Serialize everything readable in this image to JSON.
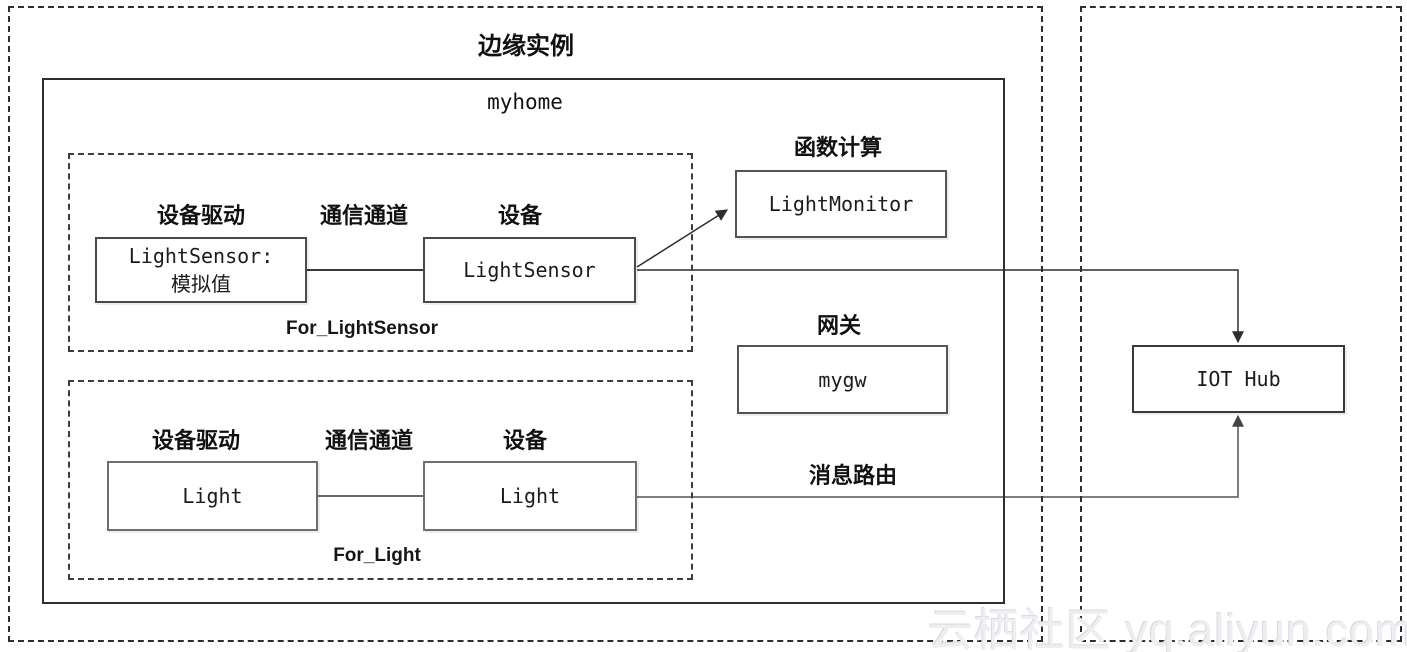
{
  "titles": {
    "edge_instance": "边缘实例",
    "myhome": "myhome",
    "function_compute": "函数计算",
    "gateway": "网关",
    "message_route": "消息路由"
  },
  "device_groups": [
    {
      "name": "For_LightSensor",
      "driver_header": "设备驱动",
      "channel_header": "通信通道",
      "device_header": "设备",
      "driver_line1": "LightSensor:",
      "driver_line2": "模拟值",
      "device": "LightSensor"
    },
    {
      "name": "For_Light",
      "driver_header": "设备驱动",
      "channel_header": "通信通道",
      "device_header": "设备",
      "driver_line1": "Light",
      "device": "Light"
    }
  ],
  "nodes": {
    "function_compute": "LightMonitor",
    "gateway": "mygw",
    "iot_hub": "IOT Hub"
  },
  "watermark": "云栖社区 yq.aliyun.com",
  "colors": {
    "line_dark": "#3a3a3a",
    "line_gray": "#6a6a6a",
    "watermark_text": "#eceef1"
  }
}
